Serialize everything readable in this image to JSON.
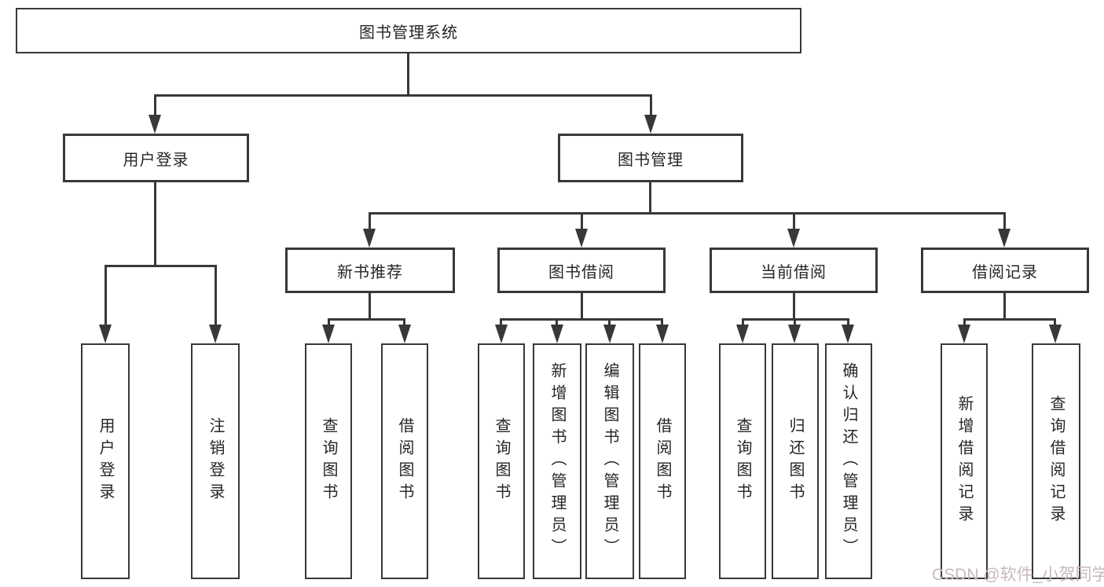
{
  "diagram": {
    "root": {
      "label": "图书管理系统"
    },
    "level2": {
      "user_login": {
        "label": "用户登录"
      },
      "book_management": {
        "label": "图书管理"
      }
    },
    "level3": {
      "new_books": {
        "label": "新书推荐"
      },
      "book_borrow": {
        "label": "图书借阅"
      },
      "current_borrow": {
        "label": "当前借阅"
      },
      "borrow_records": {
        "label": "借阅记录"
      }
    },
    "leaves": {
      "user_login": [
        "用户登录",
        "注销登录"
      ],
      "new_books": [
        "查询图书",
        "借阅图书"
      ],
      "book_borrow": [
        "查询图书",
        "新增图书（管理员）",
        "编辑图书（管理员）",
        "借阅图书"
      ],
      "current_borrow": [
        "查询图书",
        "归还图书",
        "确认归还（管理员）"
      ],
      "borrow_records": [
        "新增借阅记录",
        "查询借阅记录"
      ]
    },
    "watermark": "CSDN @软件_小贺同学",
    "colors": {
      "line": "#383838",
      "text": "#262626",
      "background": "#ffffff",
      "watermark": "#c9b9b9"
    }
  }
}
